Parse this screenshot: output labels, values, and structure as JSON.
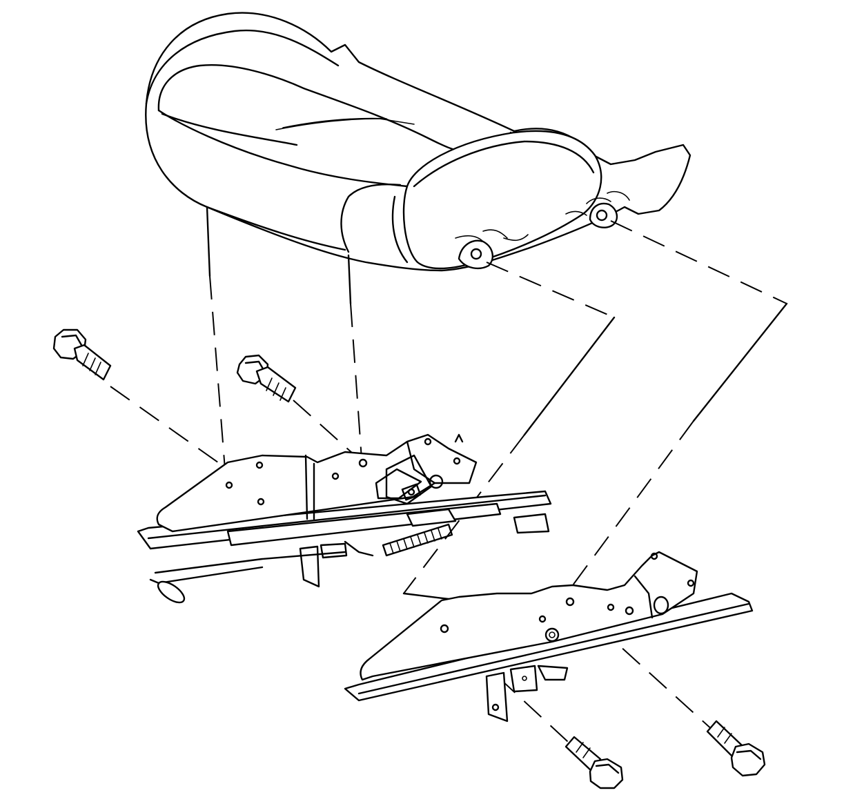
{
  "diagram": {
    "parts": [
      {
        "id": "seat-cushion",
        "icon": "seat-cushion-icon"
      },
      {
        "id": "left-seat-adjuster",
        "icon": "seat-adjuster-icon"
      },
      {
        "id": "right-seat-adjuster",
        "icon": "seat-adjuster-icon"
      },
      {
        "id": "bolts",
        "icon": "bolt-icon",
        "count": 4
      }
    ],
    "line_color": "#000000",
    "background_color": "#ffffff"
  }
}
